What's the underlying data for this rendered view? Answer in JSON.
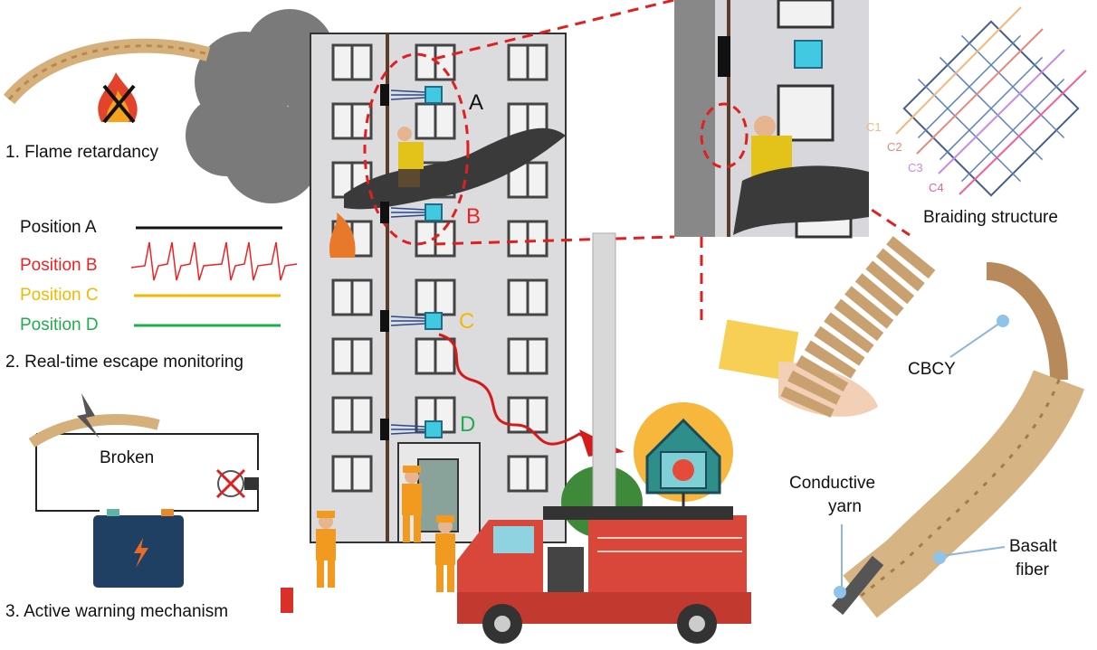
{
  "left_panel": {
    "section1": "1.   Flame retardancy",
    "positions": [
      {
        "label": "Position A",
        "color": "#111111",
        "signal": "flat"
      },
      {
        "label": "Position B",
        "color": "#ee2222",
        "signal": "pulse"
      },
      {
        "label": "Position C",
        "color": "#f5b800",
        "signal": "flat"
      },
      {
        "label": "Position D",
        "color": "#1fae4b",
        "signal": "flat"
      }
    ],
    "section2": "2. Real-time escape monitoring",
    "broken_label": "Broken",
    "section3": "3. Active warning mechanism"
  },
  "building": {
    "sensor_labels": [
      {
        "label": "A",
        "color": "#111111"
      },
      {
        "label": "B",
        "color": "#ee2222"
      },
      {
        "label": "C",
        "color": "#f5b800"
      },
      {
        "label": "D",
        "color": "#1fae4b"
      }
    ]
  },
  "braiding": {
    "title": "Braiding structure",
    "carriers": [
      {
        "label": "C1",
        "color": "#f3b87a"
      },
      {
        "label": "C2",
        "color": "#e8887a"
      },
      {
        "label": "C3",
        "color": "#c58af0"
      },
      {
        "label": "C4",
        "color": "#f0609a"
      }
    ]
  },
  "rope": {
    "labels": {
      "cbcy": "CBCY",
      "conductive": "Conductive\nyarn",
      "conductive_l1": "Conductive",
      "conductive_l2": "yarn",
      "basalt_l1": "Basalt",
      "basalt_l2": "fiber"
    }
  }
}
